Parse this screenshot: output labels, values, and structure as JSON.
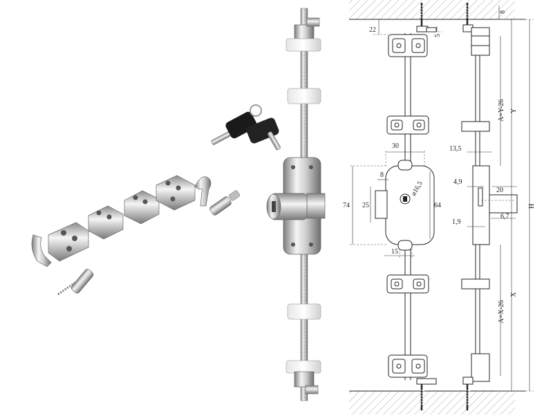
{
  "drawing": {
    "dimensions": {
      "d22": "22",
      "d5": "5",
      "d8": "8",
      "ay26": "A=Y-26",
      "y": "Y",
      "h": "H",
      "ax26": "A=X-26",
      "x": "X",
      "d30": "30",
      "d8b": "8",
      "dia": "ø16,5",
      "d74": "74",
      "d25": "25",
      "d64": "64",
      "d15": "15",
      "d13_5": "13,5",
      "d4_9": "4,9",
      "d20": "20",
      "d1_9": "1,9",
      "d6_7": "6,7"
    }
  },
  "colors": {
    "chrome_light": "#f2f2f2",
    "chrome_dark": "#8a8a8a",
    "line": "#222222",
    "key_black": "#1a1a1a"
  }
}
